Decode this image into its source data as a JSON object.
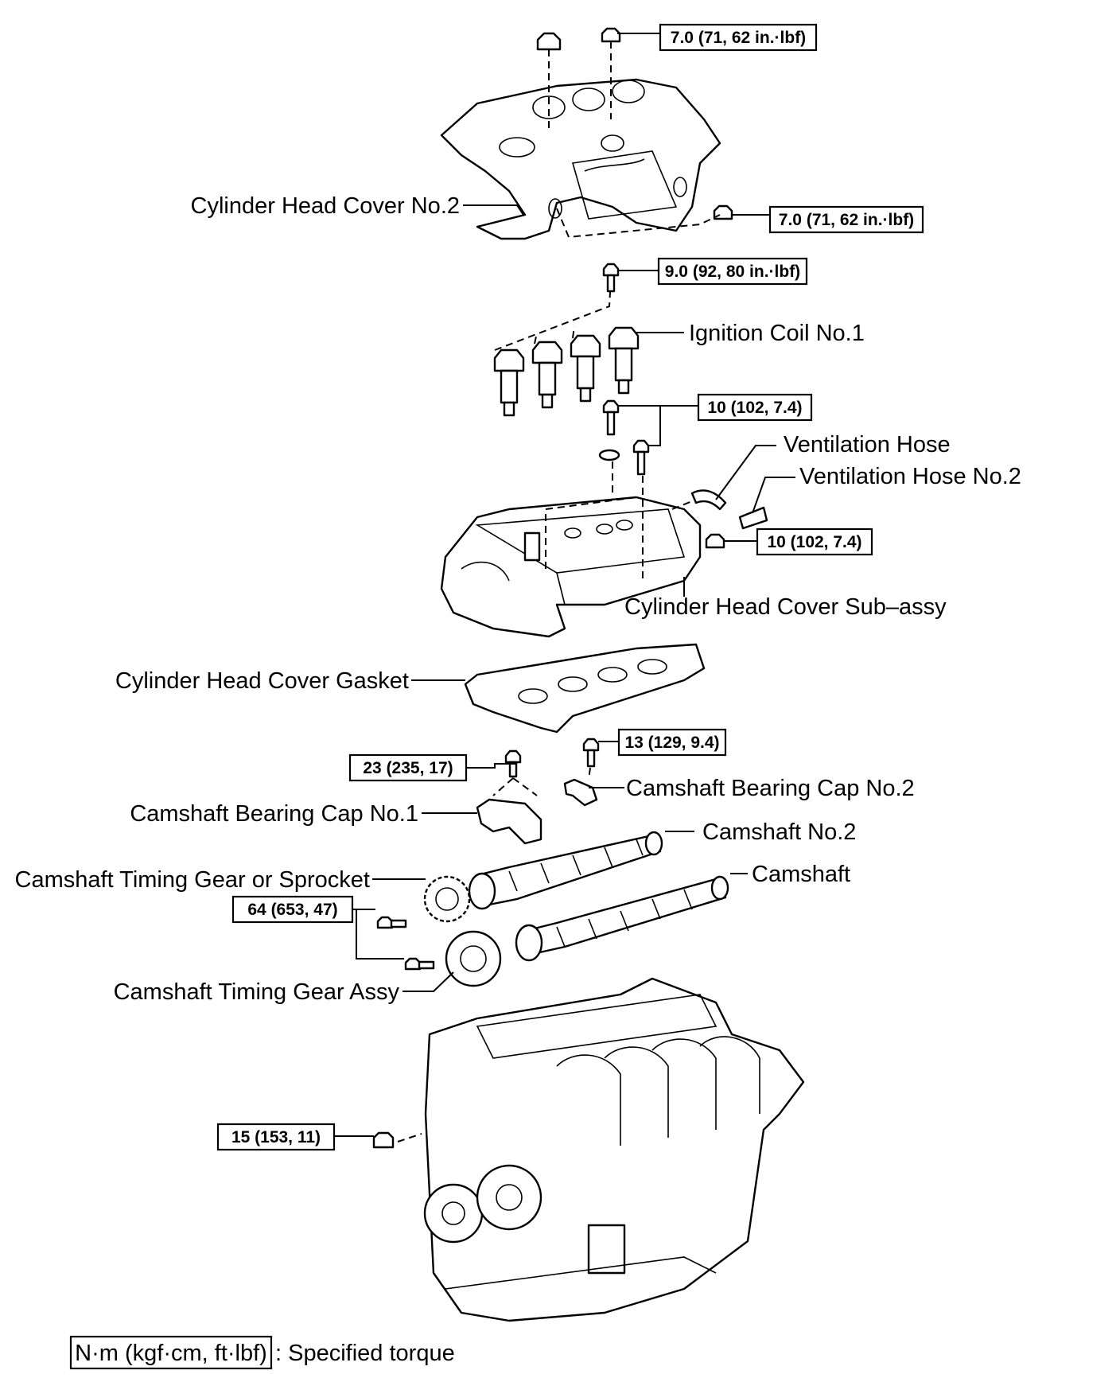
{
  "labels": {
    "cyl_head_cover_no2": "Cylinder Head Cover No.2",
    "ignition_coil": "Ignition Coil No.1",
    "ventilation_hose": "Ventilation Hose",
    "ventilation_hose_no2": "Ventilation Hose No.2",
    "cyl_head_cover_subassy": "Cylinder Head Cover Sub–assy",
    "cyl_head_cover_gasket": "Cylinder Head Cover Gasket",
    "camshaft_bearing_cap_no2": "Camshaft Bearing Cap No.2",
    "camshaft_bearing_cap_no1": "Camshaft Bearing Cap No.1",
    "camshaft_no2": "Camshaft No.2",
    "camshaft": "Camshaft",
    "camshaft_timing_gear_sprocket": "Camshaft Timing Gear or Sprocket",
    "camshaft_timing_gear_assy": "Camshaft Timing Gear Assy"
  },
  "torques": {
    "t_cover_top": "7.0 (71, 62 in.·lbf)",
    "t_cover_side": "7.0 (71, 62 in.·lbf)",
    "t_coil": "9.0 (92, 80 in.·lbf)",
    "t_head_cover_top": "10 (102, 7.4)",
    "t_head_cover_side": "10 (102, 7.4)",
    "t_cap_no2": "13 (129, 9.4)",
    "t_cap_no1": "23 (235, 17)",
    "t_gear": "64 (653, 47)",
    "t_plug": "15 (153, 11)"
  },
  "legend": {
    "unit_box": "N·m (kgf·cm, ft·lbf)",
    "meaning": ": Specified torque"
  }
}
